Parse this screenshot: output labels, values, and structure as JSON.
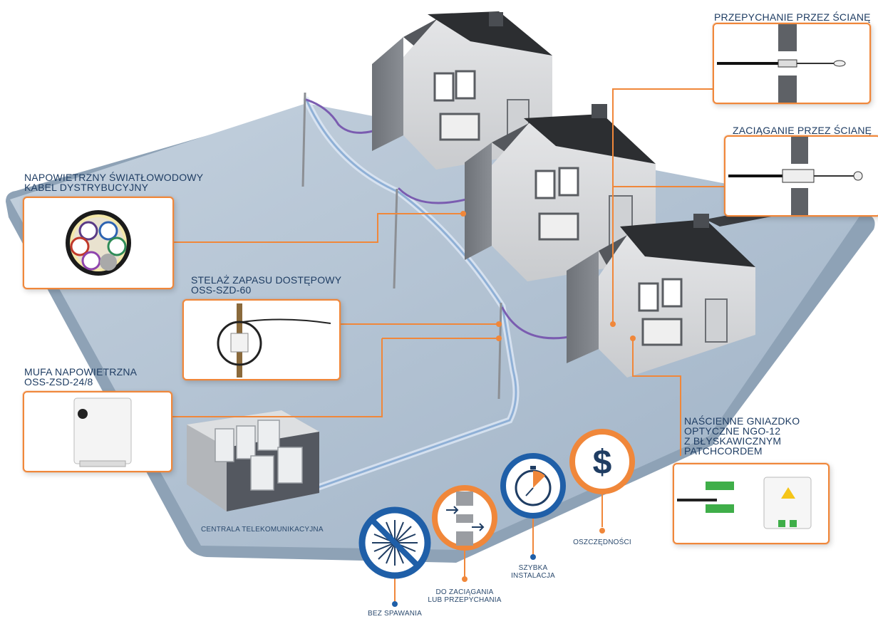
{
  "labels": {
    "cable": [
      "NAPOWIETRZNY ŚWIATŁOWODOWY",
      "KABEL DYSTRYBUCYJNY"
    ],
    "rack": [
      "STELAŻ ZAPASU DOSTĘPOWY",
      "OSS-SZD-60"
    ],
    "closure": [
      "MUFA NAPOWIETRZNA",
      "OSS-ZSD-24/8"
    ],
    "push": "PRZEPYCHANIE PRZEZ ŚCIANĘ",
    "pull": "ZACIĄGANIE PRZEZ ŚCIANĘ",
    "socket": [
      "NAŚCIENNE GNIAZDKO",
      "OPTYCZNE NGO-12",
      "Z BŁYSKAWICZNYM",
      "PATCHCORDEM"
    ],
    "exchange": "CENTRALA TELEKOMUNIKACYJNA"
  },
  "benefits": [
    {
      "label": [
        "BEZ SPAWANIA"
      ],
      "icon": "no-welding-icon",
      "ring": "#1f5fa8"
    },
    {
      "label": [
        "DO ZACIĄGANIA",
        "LUB PRZEPYCHANIA"
      ],
      "icon": "pull-push-icon",
      "ring": "#f0873a"
    },
    {
      "label": [
        "SZYBKA",
        "INSTALACJA"
      ],
      "icon": "stopwatch-icon",
      "ring": "#1f5fa8"
    },
    {
      "label": [
        "OSZCZĘDNOŚCI"
      ],
      "icon": "dollar-icon",
      "ring": "#f0873a",
      "symbol": "$"
    }
  ],
  "colors": {
    "accent": "#f0873a",
    "blue": "#1f5fa8",
    "label": "#1f3d63",
    "platform": "#a9bccf"
  }
}
